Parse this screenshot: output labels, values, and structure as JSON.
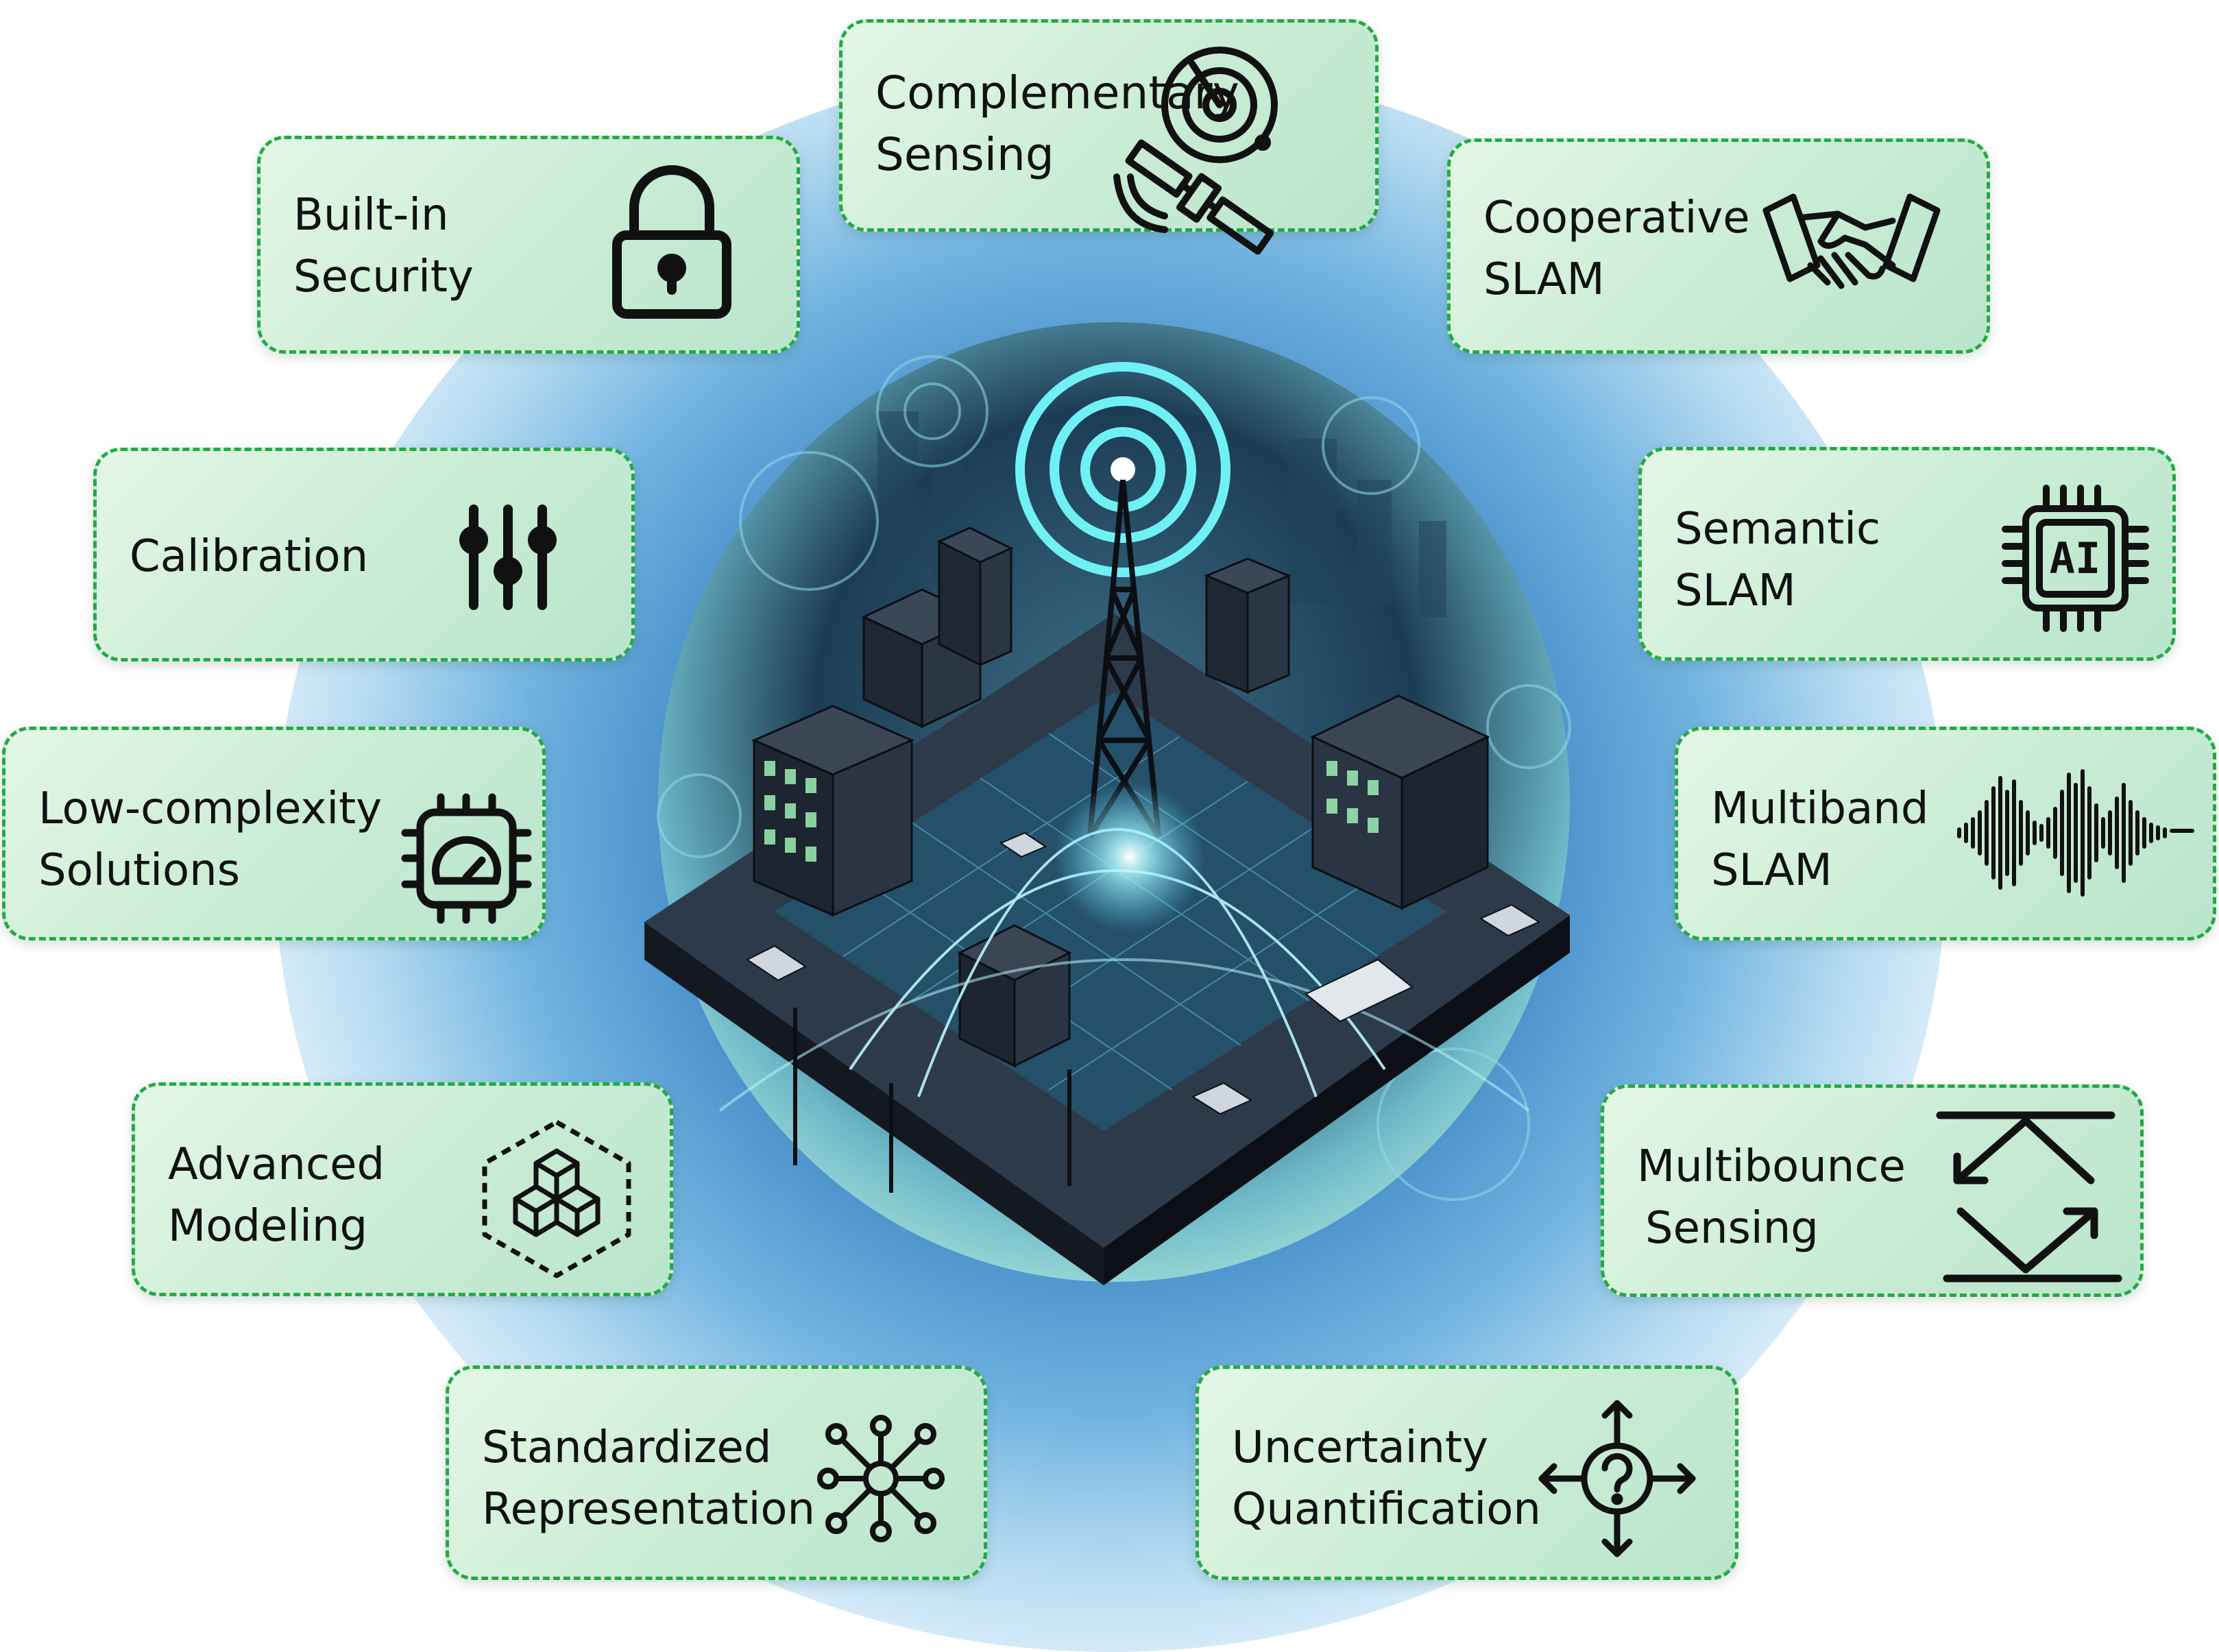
{
  "cards": {
    "complementary_sensing": {
      "line1": "Complementary",
      "line2": "Sensing",
      "icon": "radar-satellite-icon"
    },
    "built_in_security": {
      "line1": "Built-in",
      "line2": "Security",
      "icon": "padlock-icon"
    },
    "cooperative_slam": {
      "line1": "Cooperative",
      "line2": "SLAM",
      "icon": "handshake-icon"
    },
    "calibration": {
      "line1": "Calibration",
      "icon": "sliders-icon"
    },
    "semantic_slam": {
      "line1": "Semantic",
      "line2": "SLAM",
      "icon": "ai-chip-icon",
      "chip_text": "AI"
    },
    "low_complexity": {
      "line1": "Low-complexity",
      "line2": "Solutions",
      "icon": "chip-gauge-icon"
    },
    "multiband_slam": {
      "line1": "Multiband",
      "line2": "SLAM",
      "icon": "waveform-icon"
    },
    "advanced_modeling": {
      "line1": "Advanced",
      "line2": "Modeling",
      "icon": "cubes-icon"
    },
    "multibounce_sensing": {
      "line1": "Multibounce",
      "line2": "Sensing",
      "icon": "bounce-arrows-icon"
    },
    "standardized_representation": {
      "line1": "Standardized",
      "line2": "Representation",
      "icon": "network-node-icon"
    },
    "uncertainty_quantification": {
      "line1": "Uncertainty",
      "line2": "Quantification",
      "icon": "question-arrows-icon"
    }
  },
  "colors": {
    "card_border": "#22aa44",
    "card_fill": "#c9ecd4",
    "halo": "#3d86c4",
    "signal": "#7ff3ff",
    "icon_stroke": "#111111"
  }
}
